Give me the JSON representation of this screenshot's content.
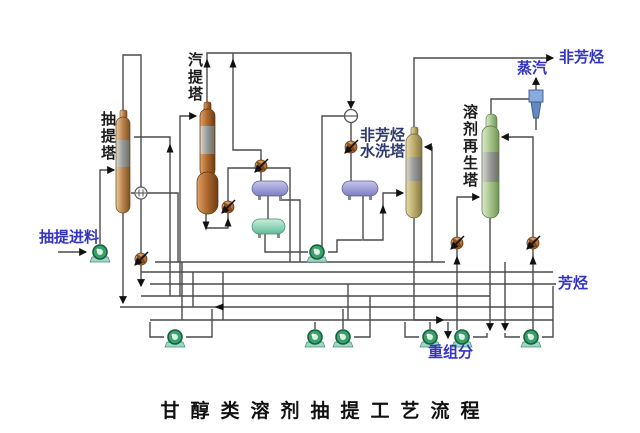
{
  "title": "甘醇类溶剂抽提工艺流程",
  "equipment_labels": {
    "extraction_tower": "抽提塔",
    "stripping_tower": "汽提塔",
    "wash_tower_line1": "非芳烃",
    "wash_tower_line2": "水洗塔",
    "regeneration_tower": "溶剂再生塔"
  },
  "stream_labels": {
    "feed": "抽提进料",
    "non_aromatics": "非芳烃",
    "steam": "蒸汽",
    "aromatics": "芳烃",
    "heavy_components": "重组分"
  },
  "colors": {
    "background": "#ffffff",
    "pipe": "#4a4a4a",
    "stream_label_blue": "#3434c4",
    "wash_tower_label_navy": "#2e3a6e",
    "equipment_label_black": "#1a1a1a",
    "tower_tan": "#c08850",
    "tower_copper": "#b06a30",
    "tower_khaki": "#c0b070",
    "tower_green": "#aac890",
    "drum_purple": "#9a9ad8",
    "drum_teal": "#7fd0b4",
    "pump_green": "#3aa06c",
    "valve_brown": "#b06a30",
    "ejector_blue": "#7a9ad0"
  }
}
